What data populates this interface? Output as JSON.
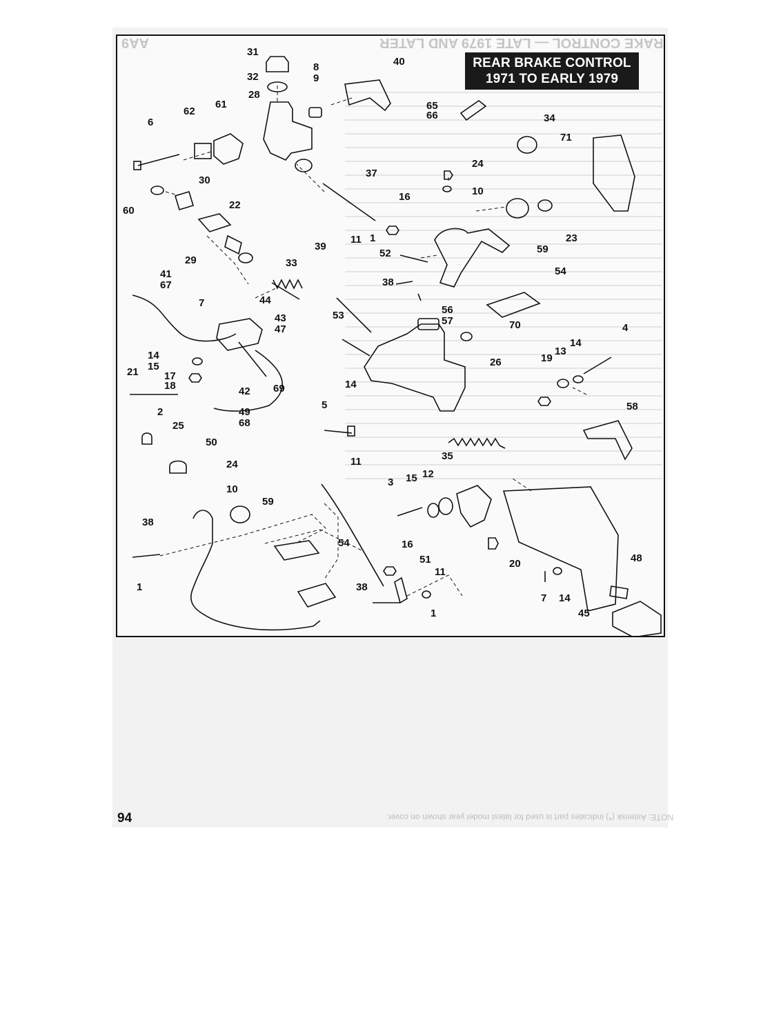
{
  "title": {
    "line1": "REAR BRAKE CONTROL",
    "line2": "1971 TO EARLY 1979"
  },
  "page_number": "94",
  "colors": {
    "ink": "#111111",
    "paper": "#fafafa",
    "title_bg": "#1a1a1a"
  },
  "callouts": [
    "31",
    "8",
    "9",
    "40",
    "32",
    "28",
    "61",
    "62",
    "65",
    "66",
    "34",
    "71",
    "6",
    "24",
    "10",
    "37",
    "30",
    "16",
    "60",
    "22",
    "23",
    "59",
    "11",
    "1",
    "52",
    "39",
    "33",
    "54",
    "29",
    "41",
    "67",
    "38",
    "7",
    "44",
    "56",
    "57",
    "43",
    "47",
    "70",
    "4",
    "53",
    "14",
    "42",
    "13",
    "14",
    "15",
    "17",
    "18",
    "21",
    "69",
    "26",
    "19",
    "2",
    "49",
    "68",
    "25",
    "14",
    "5",
    "58",
    "50",
    "24",
    "35",
    "11",
    "10",
    "3",
    "15",
    "12",
    "59",
    "38",
    "54",
    "16",
    "51",
    "20",
    "11",
    "48",
    "1",
    "38",
    "7",
    "14",
    "1",
    "45"
  ]
}
